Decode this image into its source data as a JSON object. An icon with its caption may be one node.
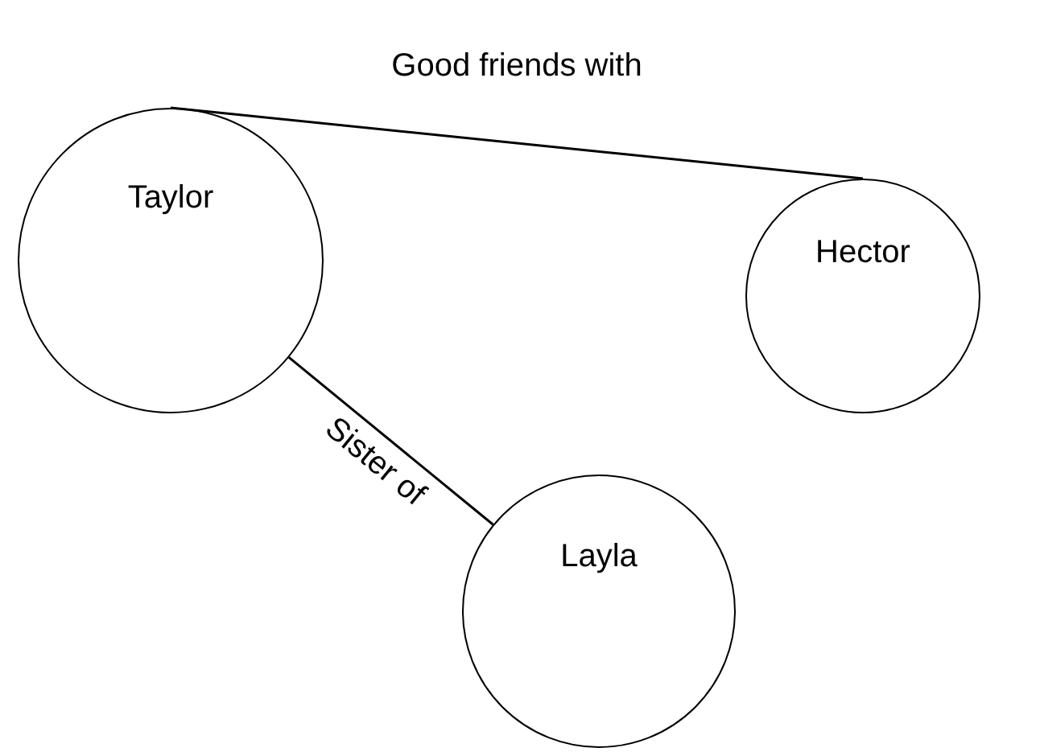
{
  "diagram": {
    "nodes": [
      {
        "text": [
          "Taylor"
        ]
      },
      {
        "text": [
          "Hector"
        ]
      },
      {
        "text": [
          "Layla"
        ]
      }
    ],
    "edges": [
      {
        "from": 0,
        "to": 1,
        "arrow": "none",
        "label": "Good friends with"
      },
      {
        "from": 0,
        "to": 2,
        "arrow": "none",
        "label": "Sister of"
      }
    ]
  }
}
